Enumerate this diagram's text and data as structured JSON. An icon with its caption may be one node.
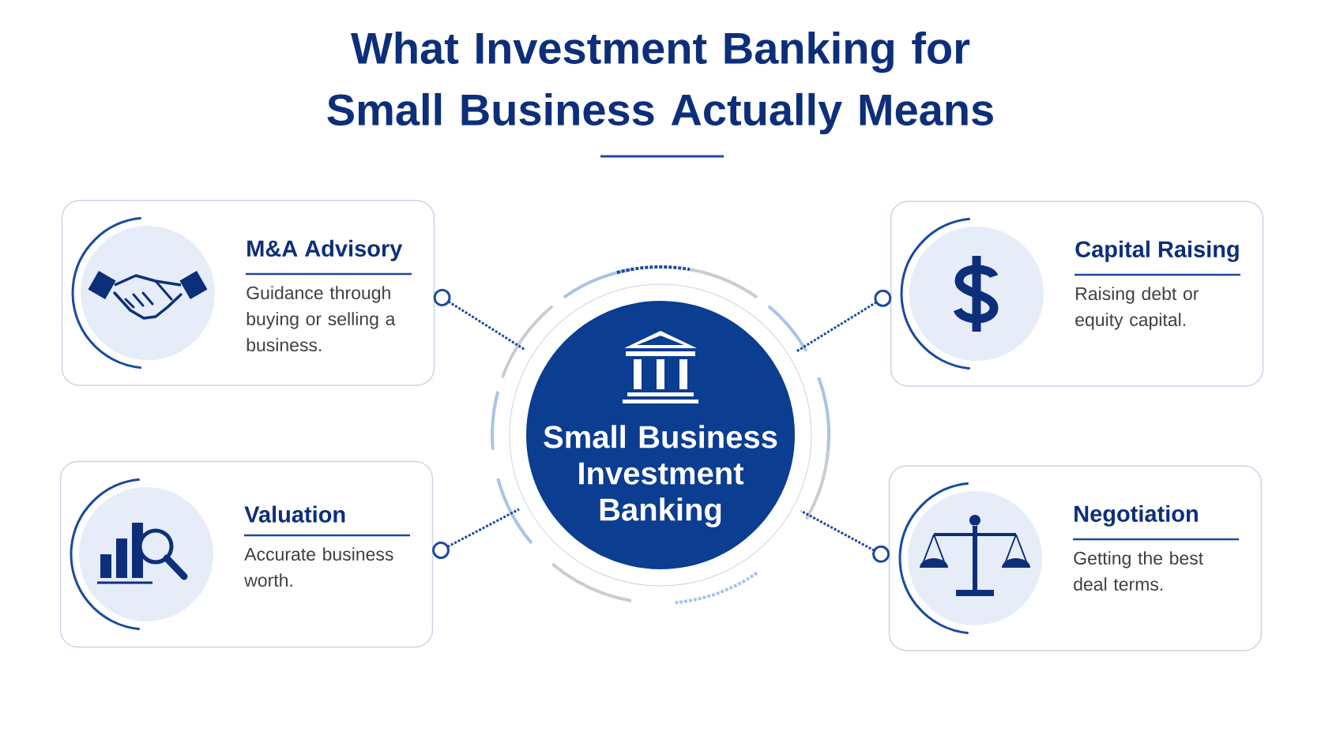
{
  "diagram": {
    "title": "What Investment Banking for Small Business Actually Means",
    "nodes": [
      {
        "text": [
          "M&A Advisory",
          "Guidance through buying or selling a business."
        ]
      },
      {
        "text": [
          "Capital Raising",
          "Raising debt or equity capital."
        ]
      },
      {
        "text": [
          "Small Business Investment Banking"
        ]
      },
      {
        "text": [
          "Valuation",
          "Accurate business worth."
        ]
      },
      {
        "text": [
          "Negotiation",
          "Getting the best deal terms."
        ]
      }
    ],
    "edges": [
      {
        "from": 0,
        "to": 2,
        "arrow": "other"
      },
      {
        "from": 1,
        "to": 2,
        "arrow": "other"
      },
      {
        "from": 3,
        "to": 2,
        "arrow": "other"
      },
      {
        "from": 4,
        "to": 2,
        "arrow": "other"
      }
    ]
  }
}
